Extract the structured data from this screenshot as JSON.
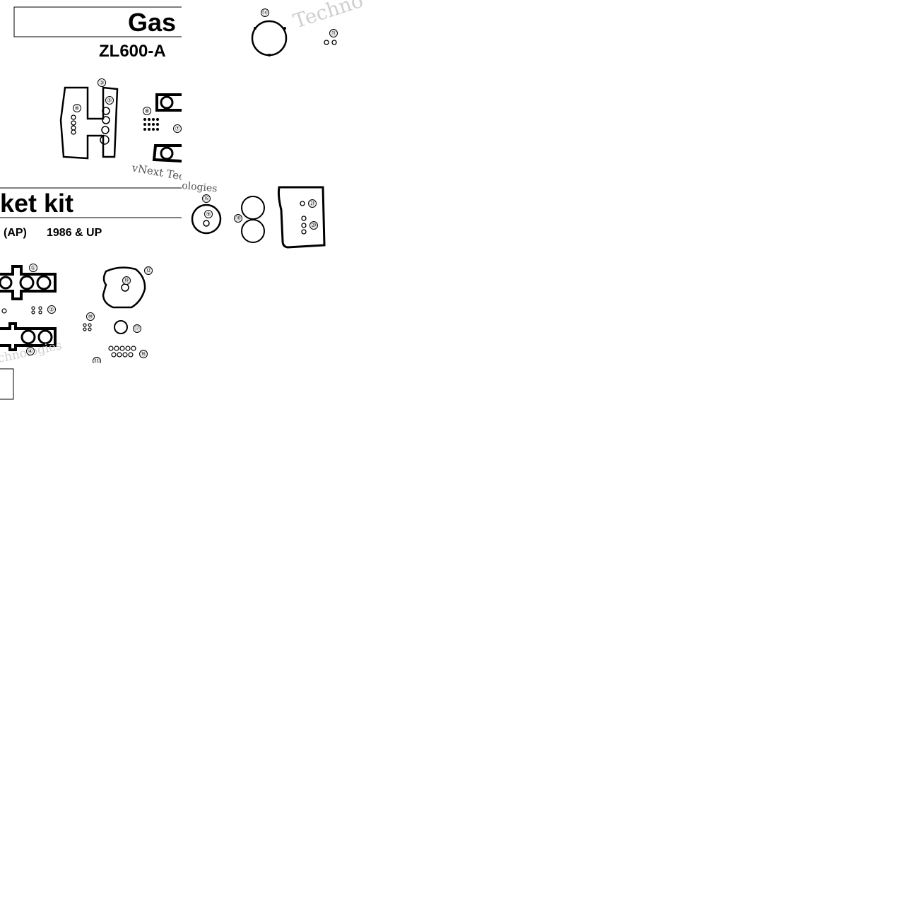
{
  "title_left": "Gas",
  "subtitle_left": "ZL600-A",
  "title_right": "ket kit",
  "subtitle_right": "(AP)",
  "year": "1986 & UP",
  "watermark": {
    "technologies_frag": "Techno",
    "vnext_tec": "vNext Tec",
    "ologies": "ologies",
    "chnologies": "chnologies"
  },
  "callouts": {
    "n1": "①",
    "n2": "②",
    "n3": "③",
    "n4": "④",
    "n5": "⑤",
    "n6": "⑥",
    "n7": "⑦",
    "n8": "⑧",
    "n9": "⑨",
    "n10": "⑩",
    "n11": "⑪",
    "n12": "⑫",
    "n13": "⑬",
    "n14": "⑭",
    "n15": "⑮",
    "n16": "⑯",
    "n17": "⑰",
    "n18": "⑱",
    "n19": "⑲",
    "n20": "⑳",
    "n21": "㉑"
  }
}
